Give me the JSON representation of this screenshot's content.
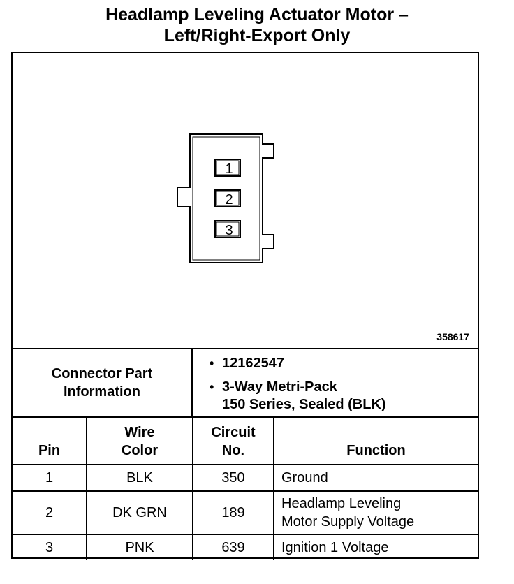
{
  "title": {
    "line1": "Headlamp Leveling Actuator Motor –",
    "line2": "Left/Right-Export Only"
  },
  "diagram": {
    "pins": [
      "1",
      "2",
      "3"
    ],
    "figure_id": "358617"
  },
  "connector_info": {
    "label_line1": "Connector Part",
    "label_line2": "Information",
    "bullet": "•",
    "part_number": "12162547",
    "type_line1": "3-Way Metri-Pack",
    "type_line2": "150 Series, Sealed (BLK)"
  },
  "table": {
    "headers": {
      "pin": "Pin",
      "wire_color_line1": "Wire",
      "wire_color_line2": "Color",
      "circuit_line1": "Circuit",
      "circuit_line2": "No.",
      "function": "Function"
    },
    "rows": [
      {
        "pin": "1",
        "wire_color": "BLK",
        "circuit": "350",
        "function_line1": "Ground",
        "function_line2": ""
      },
      {
        "pin": "2",
        "wire_color": "DK GRN",
        "circuit": "189",
        "function_line1": "Headlamp Leveling",
        "function_line2": "Motor Supply Voltage"
      },
      {
        "pin": "3",
        "wire_color": "PNK",
        "circuit": "639",
        "function_line1": "Ignition 1 Voltage",
        "function_line2": ""
      }
    ]
  }
}
